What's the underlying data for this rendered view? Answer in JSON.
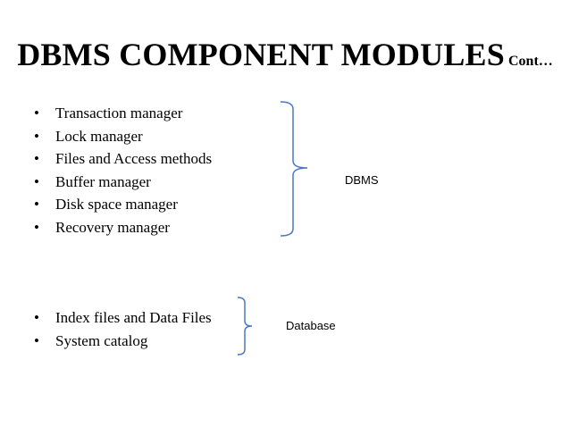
{
  "title": {
    "main": "DBMS COMPONENT MODULES",
    "suffix": "Cont…"
  },
  "bullet_char": "•",
  "group_dbms": {
    "items": [
      "Transaction manager",
      "Lock manager",
      "Files and Access methods",
      "Buffer manager",
      "Disk space manager",
      "Recovery manager"
    ],
    "label": "DBMS"
  },
  "group_database": {
    "items": [
      "Index files and Data Files",
      "System catalog"
    ],
    "label": "Database"
  },
  "colors": {
    "brace": "#4a78c2",
    "text": "#000000",
    "background": "#ffffff"
  }
}
